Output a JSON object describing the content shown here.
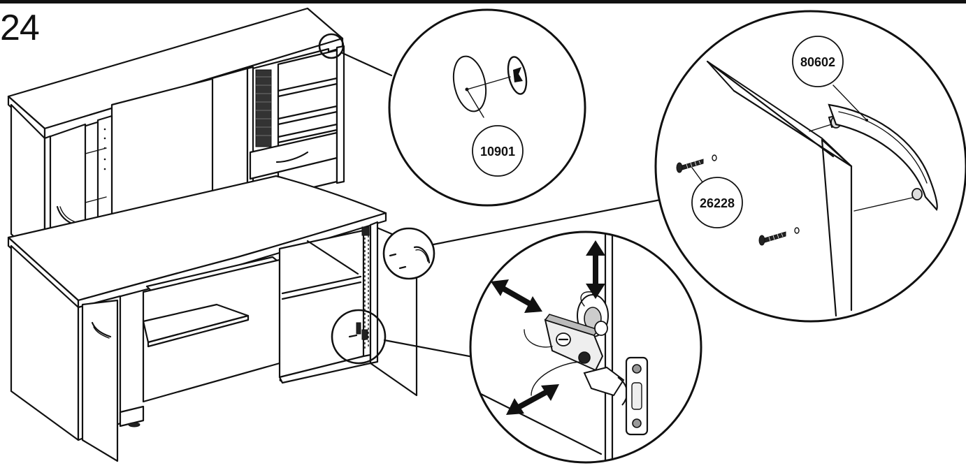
{
  "step": {
    "number": "24"
  },
  "parts": {
    "cam": "10901",
    "screw": "26228",
    "handle": "80602"
  },
  "colors": {
    "line": "#111111",
    "background": "#ffffff",
    "fill_gray": "#d9d9d9"
  }
}
